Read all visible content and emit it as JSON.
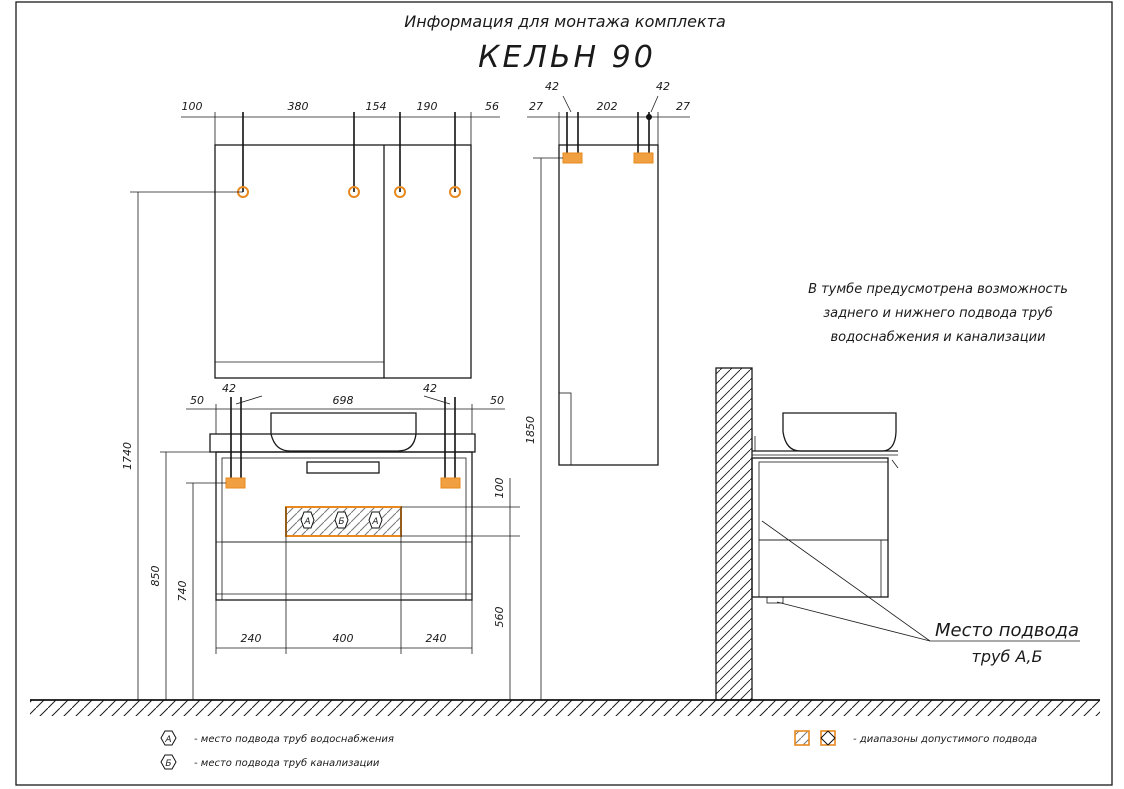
{
  "header": {
    "subtitle": "Информация для монтажа комплекта",
    "title": "КЕЛЬН 90"
  },
  "front_view": {
    "top_dims": [
      "100",
      "380",
      "154",
      "190",
      "56"
    ],
    "cabinet_dims": [
      "50",
      "42",
      "698",
      "42",
      "50"
    ],
    "bottom_dims": [
      "240",
      "400",
      "240"
    ],
    "height_1740": "1740",
    "height_850": "850",
    "height_740": "740",
    "right_100": "100",
    "right_560": "560",
    "zone_labels": [
      "А",
      "Б",
      "А"
    ]
  },
  "side_view": {
    "top_dims": [
      "42",
      "42",
      "27",
      "202",
      "27"
    ],
    "height_1850": "1850"
  },
  "note": {
    "lines": [
      "В тумбе предусмотрена возможность",
      "заднего и нижнего подвода труб",
      "водоснабжения и канализации"
    ]
  },
  "callout": {
    "line1": "Место подвода",
    "line2": "труб А,Б"
  },
  "legend": {
    "a_symbol": "А",
    "a_text": "- место подвода труб водоснабжения",
    "b_symbol": "Б",
    "b_text": "- место подвода труб канализации",
    "range_text": "- диапазоны допустимого подвода"
  },
  "colors": {
    "accent": "#e8891e",
    "line": "#1a1a1a",
    "background": "#ffffff"
  }
}
